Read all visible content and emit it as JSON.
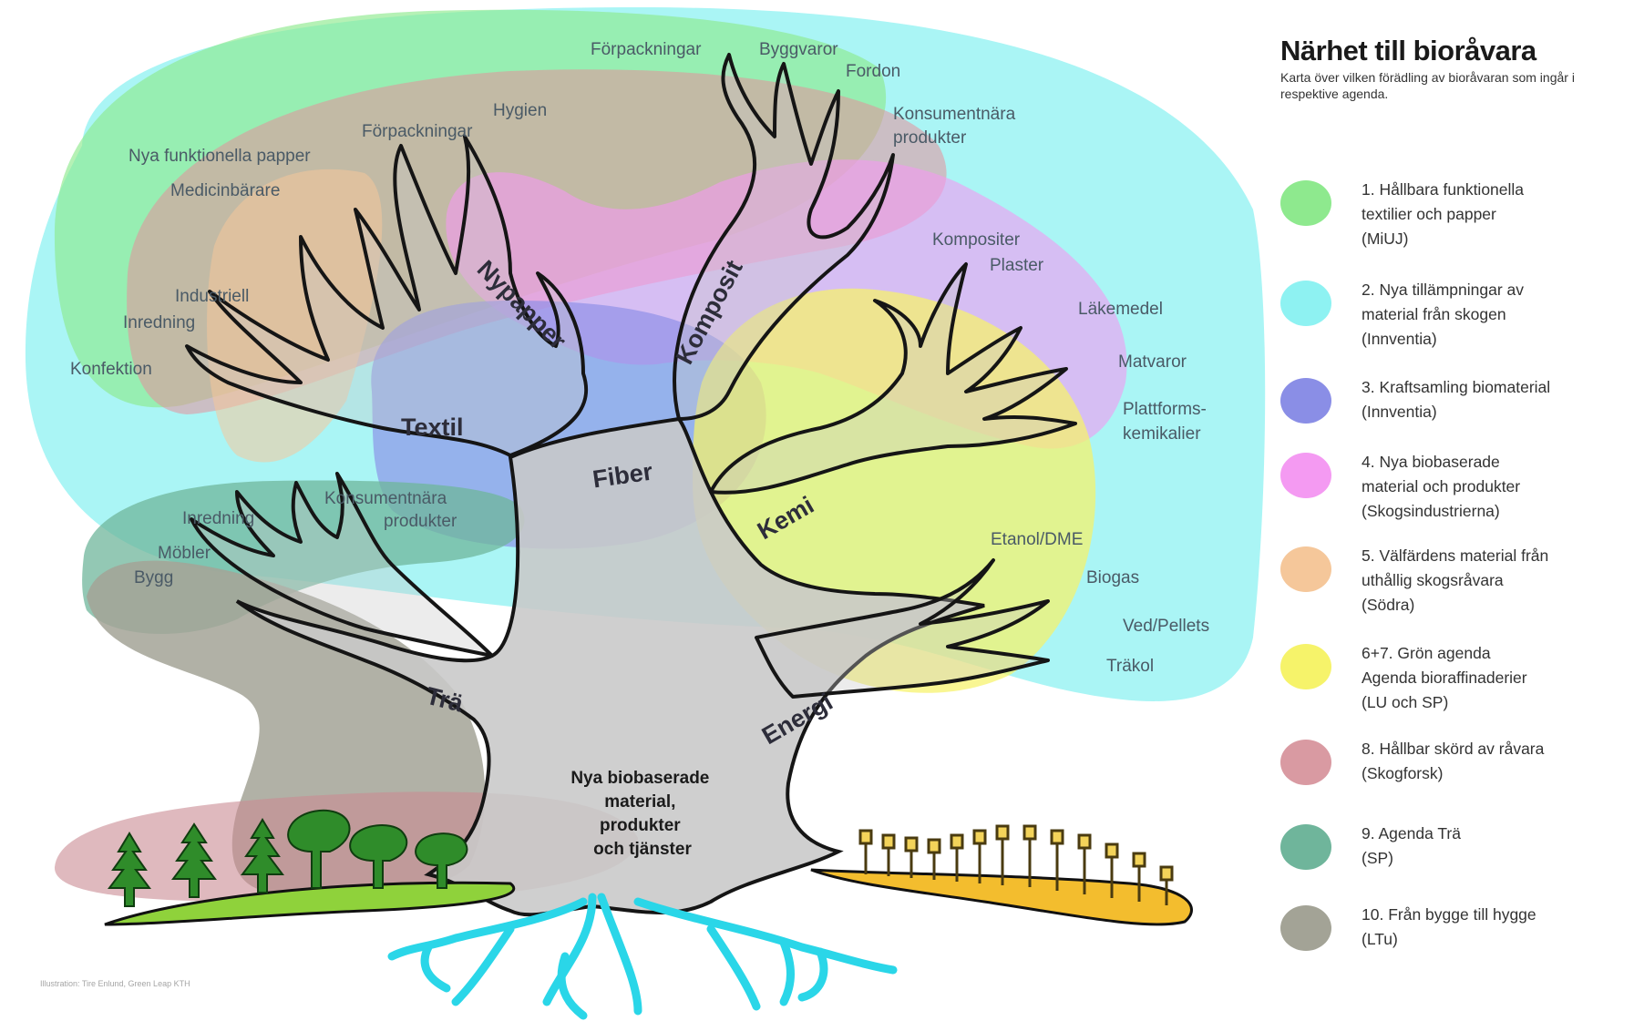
{
  "legend": {
    "title": "Närhet till bioråvara",
    "subtitle": "Karta över vilken förädling av bioråvaran som ingår i respektive agenda.",
    "items": [
      {
        "label": "1. Hållbara funktionella\ntextilier och papper\n(MiUJ)",
        "color": "#8ee98e"
      },
      {
        "label": "2. Nya tillämpningar av\nmaterial från skogen\n(Innventia)",
        "color": "#8ef2f2"
      },
      {
        "label": "3. Kraftsamling biomaterial\n(Innventia)",
        "color": "#8a8ee6"
      },
      {
        "label": "4. Nya biobaserade\nmaterial och produkter\n(Skogsindustrierna)",
        "color": "#f49af2"
      },
      {
        "label": "5. Välfärdens material från\nuthållig skogsråvara\n(Södra)",
        "color": "#f5c79a"
      },
      {
        "label": "6+7. Grön agenda\nAgenda bioraffinaderier\n(LU och SP)",
        "color": "#f6f36a"
      },
      {
        "label": "8. Hållbar skörd av råvara\n(Skogforsk)",
        "color": "#d99aa2"
      },
      {
        "label": "9. Agenda Trä\n(SP)",
        "color": "#6fb59b"
      },
      {
        "label": "10. Från bygge till hygge\n(LTu)",
        "color": "#a3a396"
      }
    ]
  },
  "branches": {
    "nypapper": "Nypapper",
    "komposit": "Komposit",
    "textil": "Textil",
    "fiber": "Fiber",
    "kemi": "Kemi",
    "tra": "Trä",
    "energi": "Energi"
  },
  "trunk_label": {
    "line1": "Nya biobaserade",
    "line2": "material,",
    "line3": "produkter",
    "line4": "och tjänster"
  },
  "products": {
    "forpackningar_top": "Förpackningar",
    "byggvaror": "Byggvaror",
    "fordon": "Fordon",
    "hygien": "Hygien",
    "konsumentnara_top_1": "Konsumentnära",
    "konsumentnara_top_2": "produkter",
    "forpackningar": "Förpackningar",
    "nya_funktionella_papper": "Nya funktionella papper",
    "medicinbarare": "Medicinbärare",
    "industriell": "Industriell",
    "inredning_top": "Inredning",
    "konfektion": "Konfektion",
    "kompositer": "Kompositer",
    "plaster": "Plaster",
    "lakemedel": "Läkemedel",
    "matvaror": "Matvaror",
    "plattforms_1": "Plattforms-",
    "plattforms_2": "kemikalier",
    "inredning": "Inredning",
    "konsumentnara_low_1": "Konsumentnära",
    "konsumentnara_low_2": "produkter",
    "mobler": "Möbler",
    "bygg": "Bygg",
    "etanol": "Etanol/DME",
    "biogas": "Biogas",
    "ved": "Ved/Pellets",
    "trakol": "Träkol"
  },
  "credit": "Illustration: Tire Enlund, Green Leap KTH"
}
